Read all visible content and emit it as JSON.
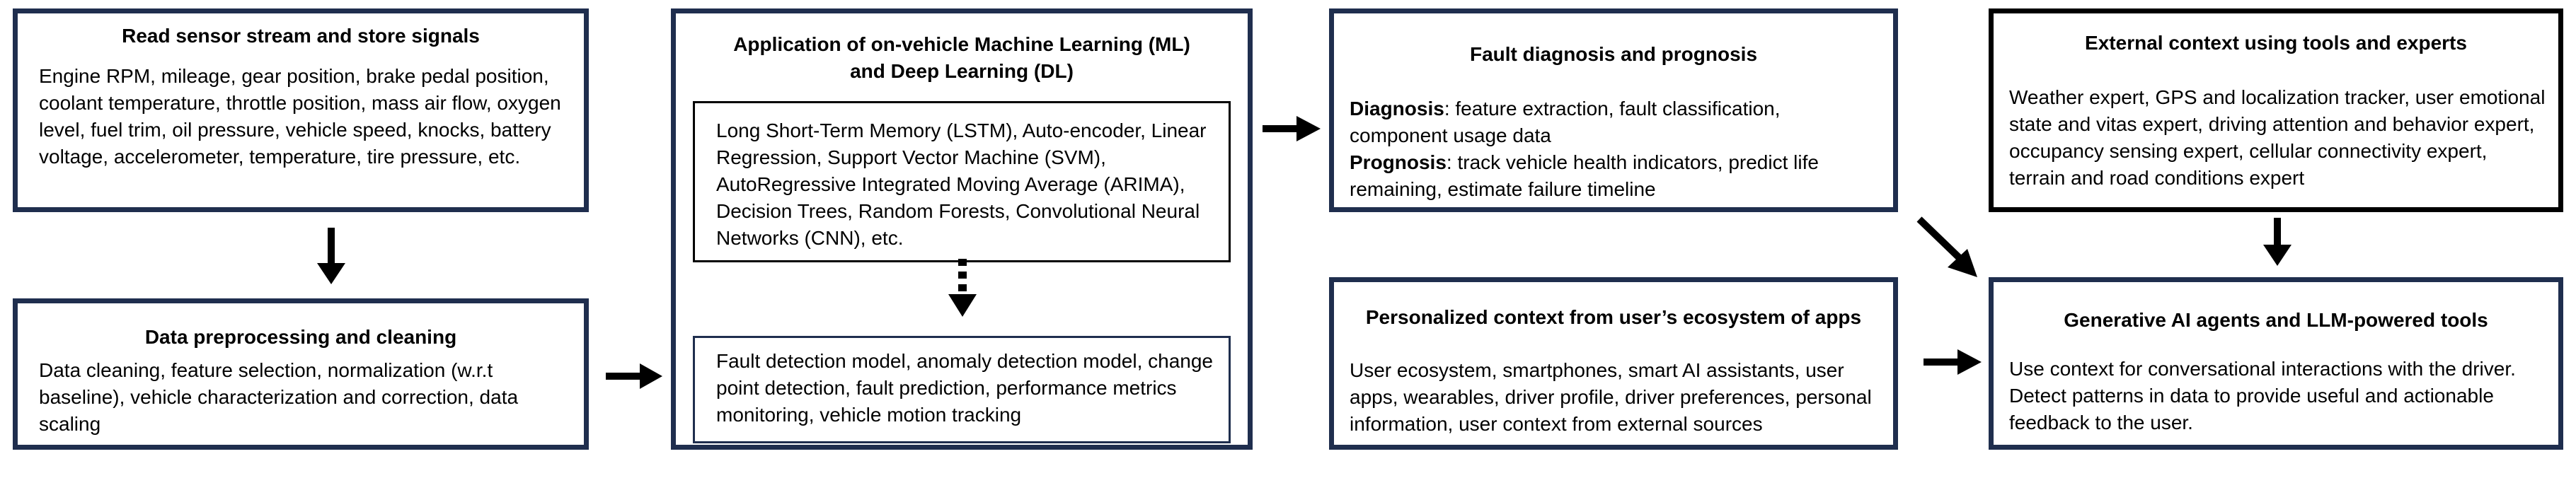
{
  "boxes": {
    "sensor": {
      "title": "Read sensor stream and store signals",
      "text": "Engine RPM, mileage, gear position, brake pedal position, coolant temperature, throttle position, mass air flow, oxygen level, fuel trim, oil pressure,  vehicle speed, knocks, battery voltage, accelerometer, temperature, tire pressure, etc."
    },
    "preprocessing": {
      "title": "Data preprocessing and cleaning",
      "text": "Data cleaning, feature selection, normalization (w.r.t baseline), vehicle characterization and correction, data scaling"
    },
    "ml": {
      "title_line1": "Application of on-vehicle Machine Learning (ML)",
      "title_line2": "and Deep Learning (DL)",
      "models_text": "Long Short-Term Memory (LSTM), Auto-encoder, Linear Regression, Support Vector Machine (SVM), AutoRegressive Integrated Moving Average (ARIMA), Decision Trees, Random Forests, Convolutional Neural Networks (CNN), etc.",
      "tasks_text": "Fault detection model, anomaly detection model, change point detection, fault prediction, performance metrics monitoring, vehicle motion tracking"
    },
    "fault": {
      "title": "Fault diagnosis and prognosis",
      "diagnosis_label": "Diagnosis",
      "diagnosis_text": ": feature extraction, fault classification, component usage data",
      "prognosis_label": "Prognosis",
      "prognosis_text": ": track vehicle health indicators, predict life remaining, estimate failure timeline"
    },
    "personal": {
      "title": "Personalized context from user’s ecosystem of apps",
      "text": "User ecosystem, smartphones, smart AI assistants, user apps, wearables, driver profile, driver preferences, personal information, user context from external sources"
    },
    "external": {
      "title": "External context using tools and experts",
      "text": "Weather expert, GPS and localization tracker, user emotional state and vitas expert, driving attention and behavior expert, occupancy sensing expert, cellular connectivity expert, terrain and road conditions expert"
    },
    "genai": {
      "title": "Generative AI agents and LLM-powered tools",
      "text": "Use context for conversational interactions with the driver. Detect patterns in data to provide useful and actionable feedback to the user."
    }
  },
  "colors": {
    "box_border": "#1f2e4e",
    "box_border_alt": "#000000",
    "arrow": "#000000"
  }
}
